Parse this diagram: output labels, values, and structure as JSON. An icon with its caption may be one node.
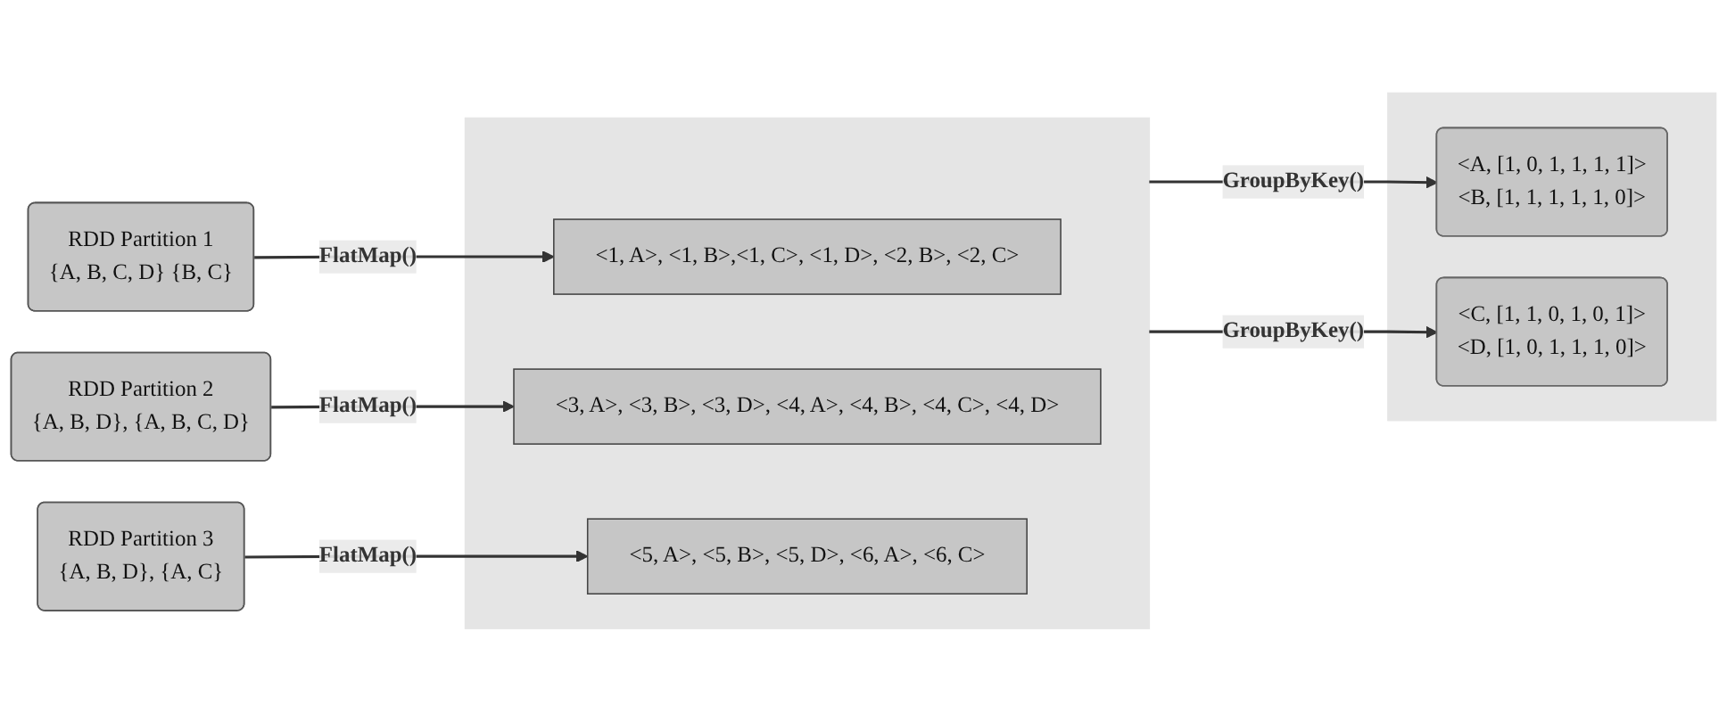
{
  "diagram": {
    "nodes": [
      {
        "text": [
          "RDD Partition 1",
          "{A, B, C, D} {B, C}"
        ]
      },
      {
        "text": [
          "RDD Partition 2",
          "{A, B, D}, {A, B, C, D}"
        ]
      },
      {
        "text": [
          "RDD Partition 3",
          "{A, B, D}, {A, C}"
        ]
      },
      {
        "text": [],
        "shape": "box"
      },
      {
        "text": [
          "<1, A>, <1, B>,<1, C>, <1, D>, <2, B>, <2, C>"
        ],
        "in": 3
      },
      {
        "text": [
          "<3, A>, <3, B>, <3, D>, <4, A>, <4, B>, <4, C>, <4, D>"
        ],
        "in": 3
      },
      {
        "text": [
          "<5, A>, <5, B>, <5, D>, <6, A>, <6, C>"
        ],
        "in": 3
      },
      {
        "text": [],
        "shape": "box"
      },
      {
        "text": [
          "<A, [1, 0, 1, 1, 1, 1]>",
          "<B, [1, 1, 1, 1, 1, 0]>"
        ],
        "in": 7
      },
      {
        "text": [
          "<C, [1, 1, 0, 1, 0, 1]>",
          "<D, [1, 0, 1, 1, 1, 0]>"
        ],
        "in": 7
      }
    ],
    "edges": [
      {
        "from": 0,
        "to": 4,
        "arrow": "to",
        "label": "FlatMap()"
      },
      {
        "from": 1,
        "to": 5,
        "arrow": "to",
        "label": "FlatMap()"
      },
      {
        "from": 2,
        "to": 6,
        "arrow": "to",
        "label": "FlatMap()"
      },
      {
        "from": 3,
        "to": 8,
        "arrow": "to",
        "label": "GroupByKey()"
      },
      {
        "from": 3,
        "to": 9,
        "arrow": "to",
        "label": "GroupByKey()"
      }
    ]
  }
}
